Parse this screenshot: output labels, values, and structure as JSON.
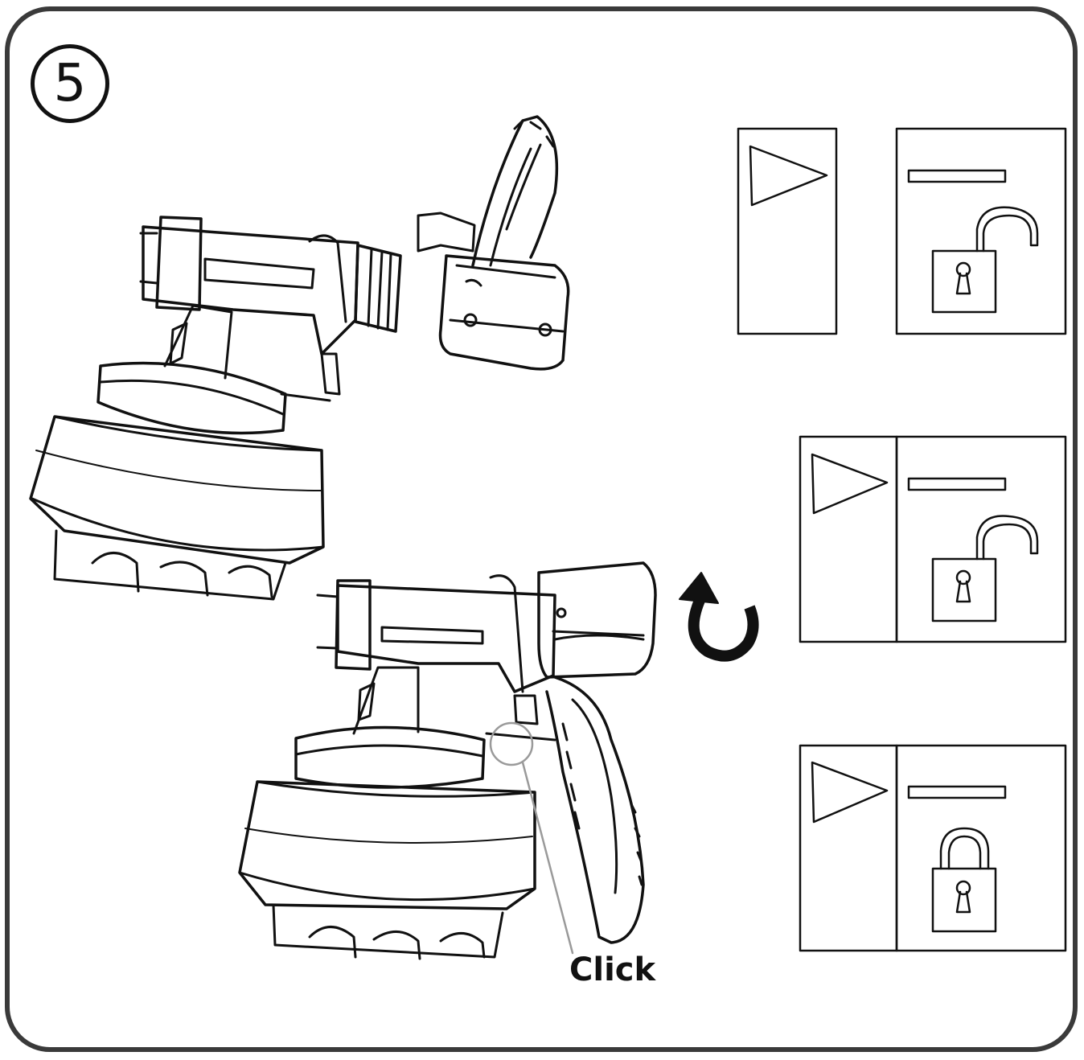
{
  "step": {
    "number": "5"
  },
  "callout": {
    "click_label": "Click"
  },
  "panels": [
    {
      "name": "unlocked-separated",
      "lock_state": "unlocked",
      "icons": [
        "arrow-triangle-icon",
        "line-mark-icon",
        "open-padlock-icon"
      ]
    },
    {
      "name": "unlocked-aligned",
      "lock_state": "unlocked",
      "icons": [
        "arrow-triangle-icon",
        "line-mark-icon",
        "open-padlock-icon"
      ]
    },
    {
      "name": "locked",
      "lock_state": "locked",
      "icons": [
        "arrow-triangle-icon",
        "line-mark-icon",
        "closed-padlock-icon"
      ]
    }
  ],
  "rotation": {
    "icon": "rotate-arrow-icon",
    "direction": "clockwise-twist"
  },
  "colors": {
    "line": "#111111",
    "frame": "#3a3a3a",
    "callout": "#9a9a9a"
  }
}
